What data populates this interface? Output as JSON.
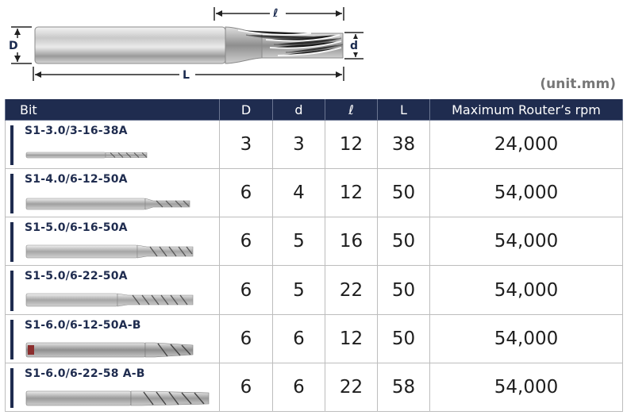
{
  "diagram": {
    "label_D": "D",
    "label_d": "d",
    "label_l": "ℓ",
    "label_L": "L"
  },
  "unit_note": "(unit.mm)",
  "table": {
    "headers": {
      "bit": "Bit",
      "D": "D",
      "d": "d",
      "l": "ℓ",
      "L": "L",
      "rpm": "Maximum Router’s rpm"
    },
    "rows": [
      {
        "code": "S1-3.0/3-16-38A",
        "D": "3",
        "d": "3",
        "l": "12",
        "L": "38",
        "rpm": "24,000"
      },
      {
        "code": "S1-4.0/6-12-50A",
        "D": "6",
        "d": "4",
        "l": "12",
        "L": "50",
        "rpm": "54,000"
      },
      {
        "code": "S1-5.0/6-16-50A",
        "D": "6",
        "d": "5",
        "l": "16",
        "L": "50",
        "rpm": "54,000"
      },
      {
        "code": "S1-5.0/6-22-50A",
        "D": "6",
        "d": "5",
        "l": "22",
        "L": "50",
        "rpm": "54,000"
      },
      {
        "code": "S1-6.0/6-12-50A-B",
        "D": "6",
        "d": "6",
        "l": "12",
        "L": "50",
        "rpm": "54,000"
      },
      {
        "code": "S1-6.0/6-22-58 A-B",
        "D": "6",
        "d": "6",
        "l": "22",
        "L": "58",
        "rpm": "54,000"
      }
    ]
  },
  "colors": {
    "header_bg": "#1f2c4f",
    "accent_bar": "#1f2c4f",
    "unit_text": "#777777"
  }
}
